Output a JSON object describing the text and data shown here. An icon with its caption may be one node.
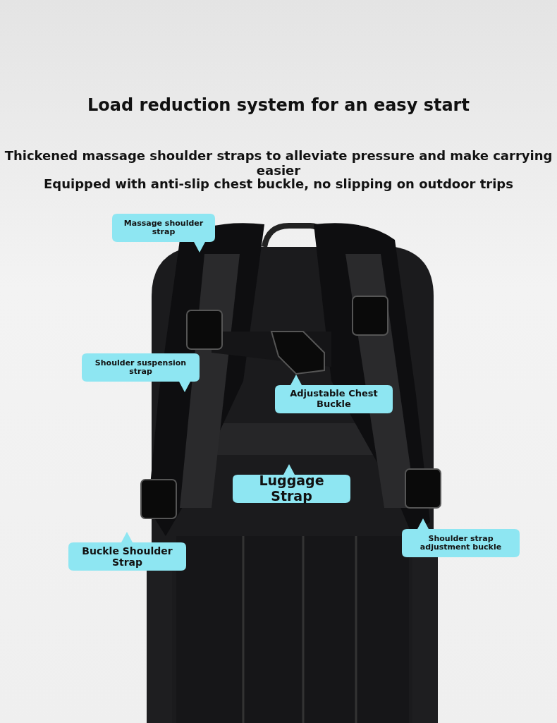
{
  "diagram": {
    "title": "Load reduction system for an easy start",
    "labels": [
      "Thickened massage shoulder straps to alleviate pressure and make carrying easier",
      "Equipped with anti-slip chest buckle, no slipping on outdoor trips",
      "Massage shoulder strap",
      "Shoulder suspension strap",
      "Adjustable Chest Buckle",
      "Luggage Strap",
      "Buckle Shoulder Strap",
      "Shoulder strap adjustment buckle"
    ]
  }
}
